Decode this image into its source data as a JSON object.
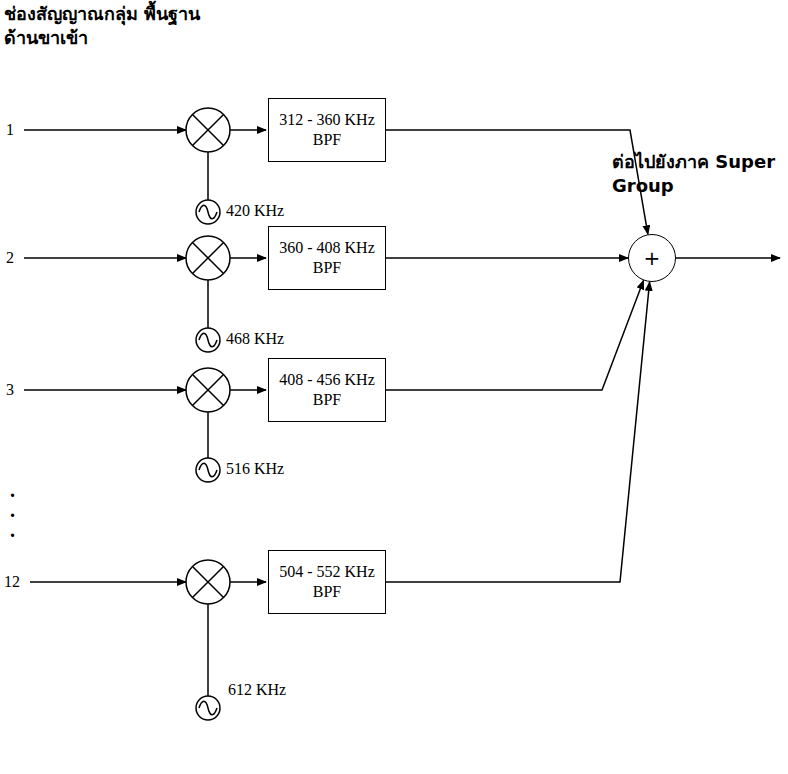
{
  "diagram": {
    "nodes": [
      {
        "text": [
          "312 - 360 KHz BPF"
        ]
      },
      {
        "text": [
          "360 - 408 KHz BPF"
        ]
      },
      {
        "text": [
          "408 - 456 KHz BPF"
        ]
      },
      {
        "text": [
          "504 - 552 KHz BPF"
        ]
      },
      {
        "text": [
          "+"
        ]
      }
    ],
    "edges": [
      {
        "from": 0,
        "to": 4,
        "arrow": "to"
      },
      {
        "from": 1,
        "to": 4,
        "arrow": "to"
      },
      {
        "from": 2,
        "to": 4,
        "arrow": "to"
      },
      {
        "from": 3,
        "to": 4,
        "arrow": "to"
      }
    ],
    "labels": [
      "ช่องสัญญาณกลุ่ม พื้นฐานด้านขาเข้า",
      "1",
      "2",
      "3",
      ".",
      ".",
      ".",
      "12",
      "420 KHz",
      "468 KHz",
      "516 KHz",
      "612 KHz",
      "ต่อไปยังภาค Super Group"
    ]
  }
}
